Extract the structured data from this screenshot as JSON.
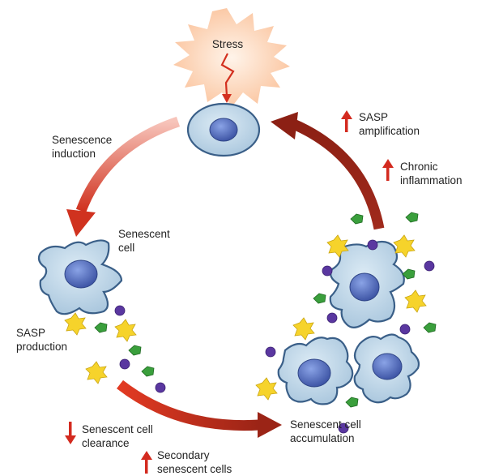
{
  "labels": {
    "stress": "Stress",
    "senescence_induction": "Senescence\ninduction",
    "senescent_cell": "Senescent\ncell",
    "sasp_production": "SASP\nproduction",
    "senescent_cell_clearance": "Senescent cell\nclearance",
    "secondary_senescent_cells": "Secondary\nsenescent cells",
    "senescent_cell_accumulation": "Senescent cell\naccumulation",
    "sasp_amplification": "SASP\namplification",
    "chronic_inflammation": "Chronic\ninflammation"
  },
  "colors": {
    "arrow_dark": "#a42a1c",
    "arrow_light": "#f2b2a6",
    "indicator": "#d32a1f",
    "cell_fill": "#c5dbea",
    "cell_stroke": "#3a5f88",
    "nucleus": "#4f6db8",
    "sasp_yellow": "#f6d32b",
    "sasp_green": "#3a9f3c",
    "sasp_purple": "#5a37a0",
    "stress_burst": "#fbd4b8"
  },
  "icons": {
    "up_arrow": "red-up-arrow",
    "down_arrow": "red-down-arrow"
  }
}
